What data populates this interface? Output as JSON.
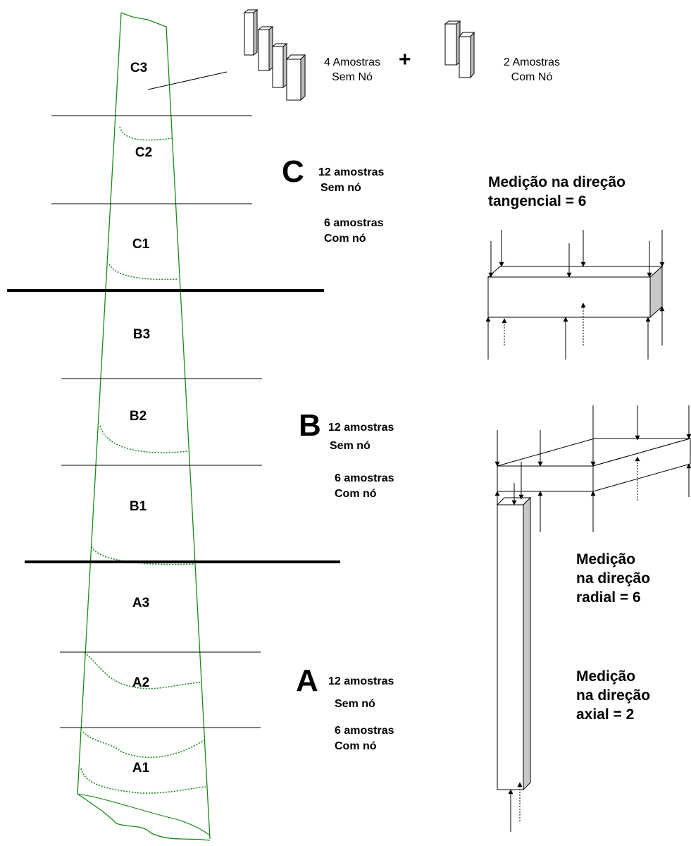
{
  "log": {
    "sections": [
      {
        "id": "C3",
        "label": "C3"
      },
      {
        "id": "C2",
        "label": "C2"
      },
      {
        "id": "C1",
        "label": "C1"
      },
      {
        "id": "B3",
        "label": "B3"
      },
      {
        "id": "B2",
        "label": "B2"
      },
      {
        "id": "B1",
        "label": "B1"
      },
      {
        "id": "A3",
        "label": "A3"
      },
      {
        "id": "A2",
        "label": "A2"
      },
      {
        "id": "A1",
        "label": "A1"
      }
    ]
  },
  "samples_legend": {
    "without_knot": "4 Amostras\nSem Nó",
    "plus": "+",
    "with_knot": "2 Amostras\nCom Nó"
  },
  "groups": [
    {
      "letter": "C",
      "count_without": "12 amostras",
      "without_label": "Sem nó",
      "count_with": "6 amostras",
      "with_label": "Com nó"
    },
    {
      "letter": "B",
      "count_without": "12 amostras",
      "without_label": "Sem nó",
      "count_with": "6 amostras",
      "with_label": "Com nó"
    },
    {
      "letter": "A",
      "count_without": "12 amostras",
      "without_label": "Sem nó",
      "count_with": "6 amostras",
      "with_label": "Com nó"
    }
  ],
  "measurements": {
    "tangential": "Medição na direção\ntangencial = 6",
    "radial": "Medição\nna direção\nradial = 6",
    "axial": "Medição\nna direção\naxial = 2"
  }
}
